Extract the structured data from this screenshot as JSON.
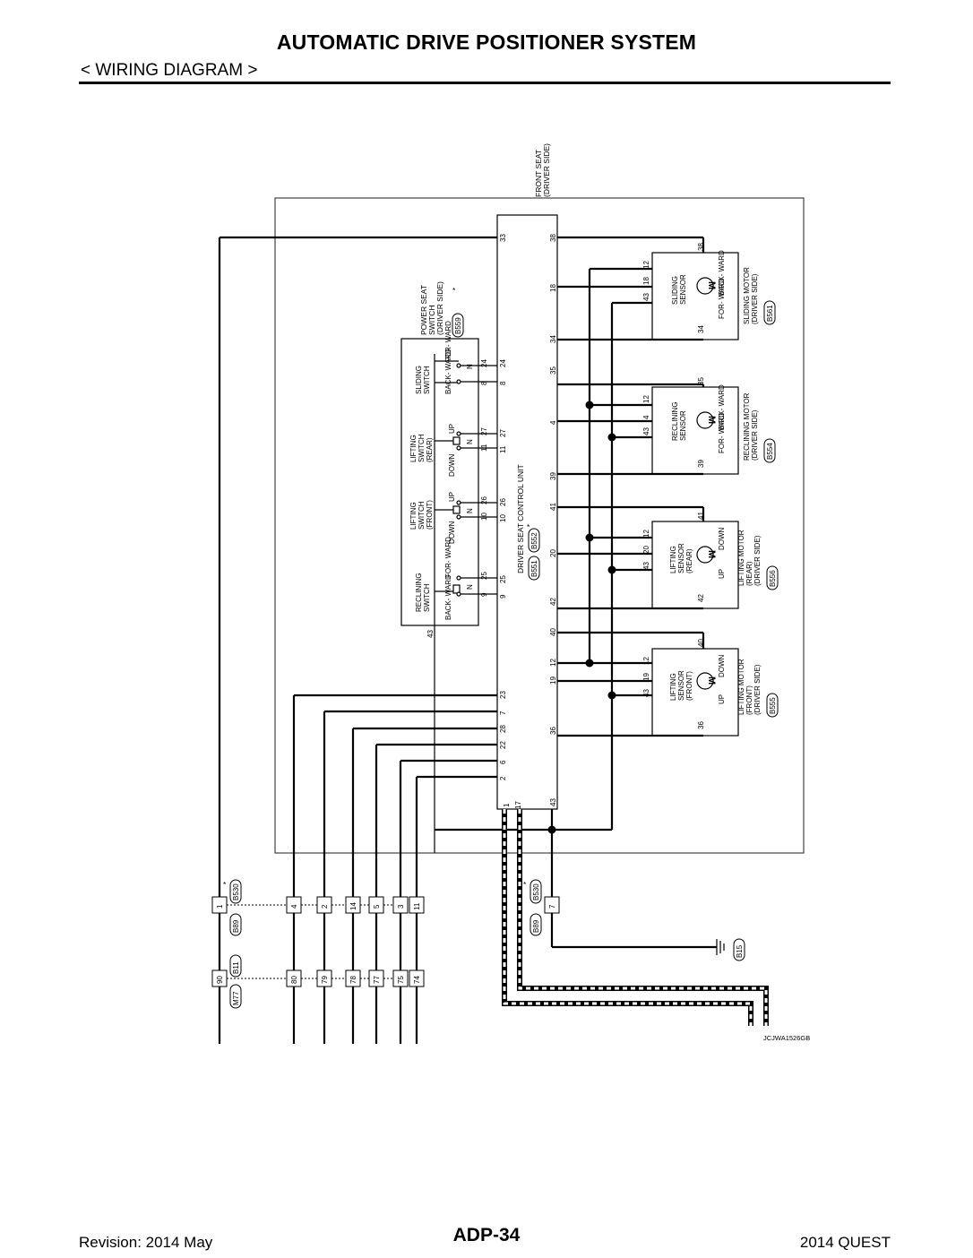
{
  "header": {
    "title": "AUTOMATIC DRIVE POSITIONER SYSTEM",
    "section": "< WIRING DIAGRAM >"
  },
  "diagram": {
    "front_seat_label": [
      "FRONT SEAT",
      "(DRIVER SIDE)"
    ],
    "ecu_label": "DRIVER SEAT CONTROL UNIT",
    "ecu_connectors": [
      "B551",
      "B552"
    ],
    "ecu_left_pins": [
      "33",
      "23",
      "7",
      "28",
      "22",
      "6",
      "2",
      "1",
      "17"
    ],
    "ecu_right_pins": [
      "38",
      "18",
      "34",
      "35",
      "4",
      "39",
      "41",
      "20",
      "42",
      "40",
      "19",
      "12",
      "36",
      "43"
    ],
    "power_switch_label": [
      "POWER SEAT",
      "SWITCH",
      "(DRIVER SIDE)"
    ],
    "power_switch_connector": "B559",
    "switches": [
      {
        "name": [
          "SLIDING",
          "SWITCH"
        ],
        "pos_a": "BACK-\nWARD",
        "pos_b": "FOR-\nWARD",
        "pins": [
          "24",
          "8"
        ],
        "ecu_pins": [
          "24",
          "8"
        ]
      },
      {
        "name": [
          "LIFTING",
          "SWITCH",
          "(REAR)"
        ],
        "pos_a": "DOWN",
        "pos_b": "UP",
        "pins": [
          "27",
          "11"
        ],
        "ecu_pins": [
          "27",
          "11"
        ]
      },
      {
        "name": [
          "LIFTING",
          "SWITCH",
          "(FRONT)"
        ],
        "pos_a": "DOWN",
        "pos_b": "UP",
        "pins": [
          "26",
          "10"
        ],
        "ecu_pins": [
          "26",
          "10"
        ]
      },
      {
        "name": [
          "RECLINING",
          "SWITCH"
        ],
        "pos_a": "BACK-\nWARD",
        "pos_b": "FOR-\nWARD",
        "pins": [
          "25",
          "9"
        ],
        "ecu_pins": [
          "25",
          "9"
        ]
      }
    ],
    "switch_common_pin": "43",
    "switch_n_label": "N",
    "motor_symbol": "M",
    "motors": [
      {
        "name": [
          "SLIDING MOTOR",
          "(DRIVER SIDE)"
        ],
        "connector": "B561",
        "sensor": [
          "SLIDING",
          "SENSOR"
        ],
        "dir_a": "BACK-\nWARD",
        "dir_b": "FOR-\nWARD",
        "pin_top": "38",
        "pin_bot": "34",
        "sensor_pins": [
          "12",
          "18",
          "43"
        ]
      },
      {
        "name": [
          "RECLINING MOTOR",
          "(DRIVER SIDE)"
        ],
        "connector": "B554",
        "sensor": [
          "RECLINING",
          "SENSOR"
        ],
        "dir_a": "BACK-\nWARD",
        "dir_b": "FOR-\nWARD",
        "pin_top": "35",
        "pin_bot": "39",
        "sensor_pins": [
          "12",
          "4",
          "43"
        ]
      },
      {
        "name": [
          "LIFTING MOTOR",
          "(REAR)",
          "(DRIVER SIDE)"
        ],
        "connector": "B556",
        "sensor": [
          "LIFTING",
          "SENSOR",
          "(REAR)"
        ],
        "dir_a": "DOWN",
        "dir_b": "UP",
        "pin_top": "41",
        "pin_bot": "42",
        "sensor_pins": [
          "12",
          "20",
          "43"
        ]
      },
      {
        "name": [
          "LIFTING MOTOR",
          "(FRONT)",
          "(DRIVER SIDE)"
        ],
        "connector": "B555",
        "sensor": [
          "LIFTING",
          "SENSOR",
          "(FRONT)"
        ],
        "dir_a": "DOWN",
        "dir_b": "UP",
        "pin_top": "40",
        "pin_bot": "36",
        "sensor_pins": [
          "12",
          "19",
          "43"
        ]
      }
    ],
    "joint_b530": "B530",
    "joint_b89": "B89",
    "b89_pins_left": [
      "1",
      "4",
      "2",
      "14",
      "5",
      "3",
      "11"
    ],
    "b89_pin_right": "7",
    "b11_connector": "B11",
    "m77_connector": "M77",
    "m77_pins": [
      "90",
      "80",
      "79",
      "78",
      "77",
      "75",
      "74"
    ],
    "ground_connector": "B15",
    "asterisk": "*",
    "image_code": "JCJWA1526GB"
  },
  "footer": {
    "revision": "Revision: 2014 May",
    "page": "ADP-34",
    "model": "2014 QUEST"
  }
}
